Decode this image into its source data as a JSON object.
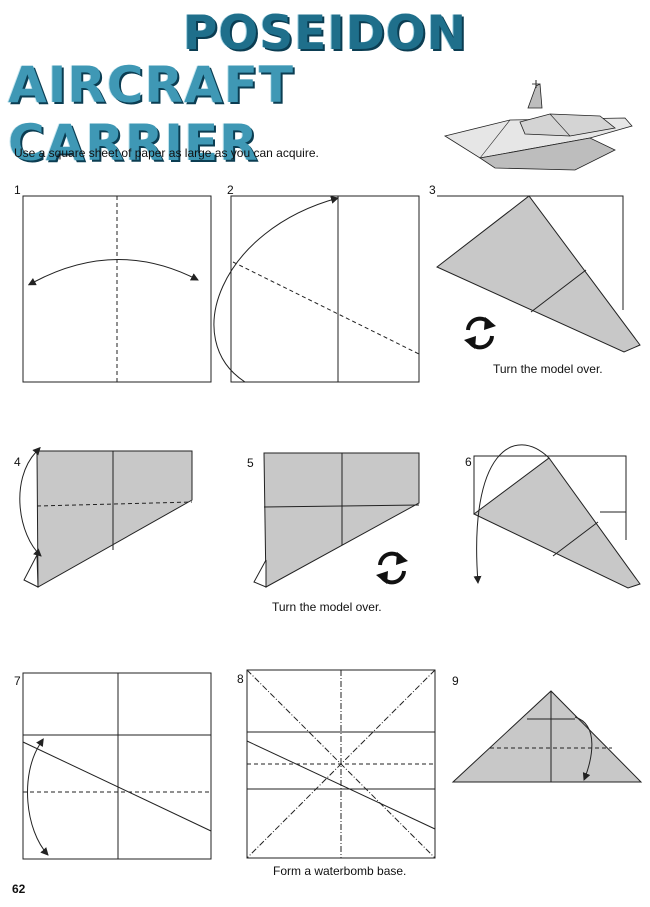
{
  "header": {
    "title_line1": "POSEIDON",
    "title_line2": "AIRCRAFT CARRIER"
  },
  "intro": "Use a square sheet of paper as large as you can acquire.",
  "steps": [
    {
      "num": "1"
    },
    {
      "num": "2"
    },
    {
      "num": "3",
      "caption": "Turn the model over."
    },
    {
      "num": "4"
    },
    {
      "num": "5",
      "caption": "Turn the model over."
    },
    {
      "num": "6"
    },
    {
      "num": "7"
    },
    {
      "num": "8",
      "caption": "Form a waterbomb base."
    },
    {
      "num": "9"
    }
  ],
  "page_number": "62",
  "colors": {
    "paper_fill": "#c8c8c8",
    "line": "#222222",
    "title_dark": "#0b3d52",
    "title_light": "#3f98b5"
  },
  "icons": [
    "turn-over-icon",
    "fold-arrow-icon",
    "aircraft-carrier-icon"
  ]
}
